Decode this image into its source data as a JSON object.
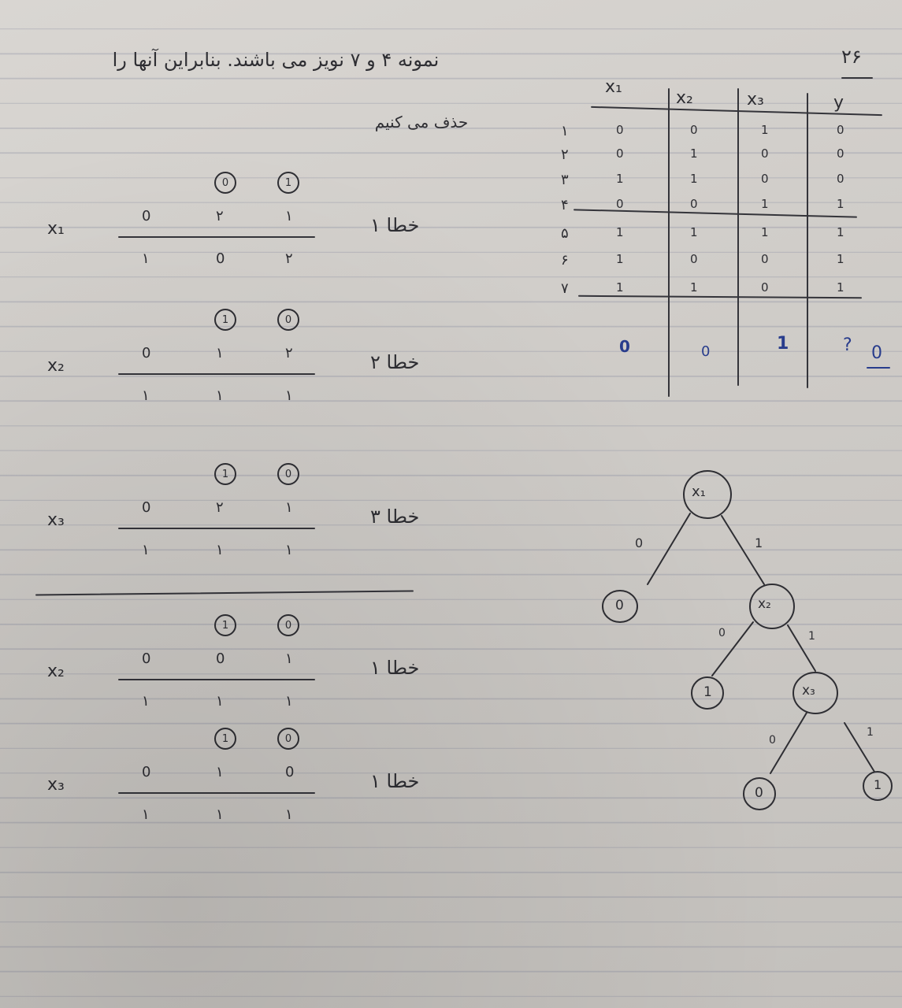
{
  "header": {
    "line1": "نمونه ۴ و ۷ نویز می باشند. بنابراین آنها را",
    "line2": "حذف می کنیم",
    "page_number": "۲۶"
  },
  "truth_table": {
    "headers": [
      "x₁",
      "x₂",
      "x₃",
      "y"
    ],
    "rows": [
      {
        "index": "۱",
        "x1": "0",
        "x2": "0",
        "x3": "1",
        "y": "0"
      },
      {
        "index": "۲",
        "x1": "0",
        "x2": "1",
        "x3": "0",
        "y": "0"
      },
      {
        "index": "۳",
        "x1": "1",
        "x2": "1",
        "x3": "0",
        "y": "0"
      },
      {
        "index": "۴",
        "x1": "0",
        "x2": "0",
        "x3": "1",
        "y": "1"
      },
      {
        "index": "۵",
        "x1": "1",
        "x2": "1",
        "x3": "1",
        "y": "1"
      },
      {
        "index": "۶",
        "x1": "1",
        "x2": "0",
        "x3": "0",
        "y": "1"
      },
      {
        "index": "۷",
        "x1": "1",
        "x2": "1",
        "x3": "0",
        "y": "1"
      }
    ],
    "test_row": {
      "x1": "0",
      "x2": "0",
      "x3": "1",
      "y": "?",
      "result": "0"
    }
  },
  "error_blocks": [
    {
      "label": "x₁",
      "class_labels": [
        "1",
        "0"
      ],
      "row_values": [
        "0",
        "۲",
        "۱"
      ],
      "row_counts": [
        "۱",
        "0",
        "۲"
      ],
      "error": "خطا ۱"
    },
    {
      "label": "x₂",
      "class_labels": [
        "0",
        "1"
      ],
      "row_values": [
        "0",
        "۱",
        "۲"
      ],
      "row_counts": [
        "۱",
        "۱",
        "۱"
      ],
      "error": "خطا ۲"
    },
    {
      "label": "x₃",
      "class_labels": [
        "0",
        "1"
      ],
      "row_values": [
        "0",
        "۲",
        "۱"
      ],
      "row_counts": [
        "۱",
        "۱",
        "۱"
      ],
      "error": "خطا ۳"
    },
    {
      "label": "x₂",
      "class_labels": [
        "0",
        "1"
      ],
      "row_values": [
        "0",
        "0",
        "۱"
      ],
      "row_counts": [
        "۱",
        "۱",
        "۱"
      ],
      "error": "خطا ۱"
    },
    {
      "label": "x₃",
      "class_labels": [
        "0",
        "1"
      ],
      "row_values": [
        "0",
        "۱",
        "0"
      ],
      "row_counts": [
        "۱",
        "۱",
        "۱"
      ],
      "error": "خطا ۱"
    }
  ],
  "tree": {
    "root": "x₁",
    "root_left_edge": "0",
    "root_right_edge": "1",
    "leaf_left": "0",
    "node2": "x₂",
    "node2_left_edge": "0",
    "node2_right_edge": "1",
    "leaf_node2_left": "1",
    "node3": "x₃",
    "node3_left_edge": "0",
    "node3_right_edge": "1",
    "leaf_node3_left": "0",
    "leaf_node3_right": "1"
  }
}
